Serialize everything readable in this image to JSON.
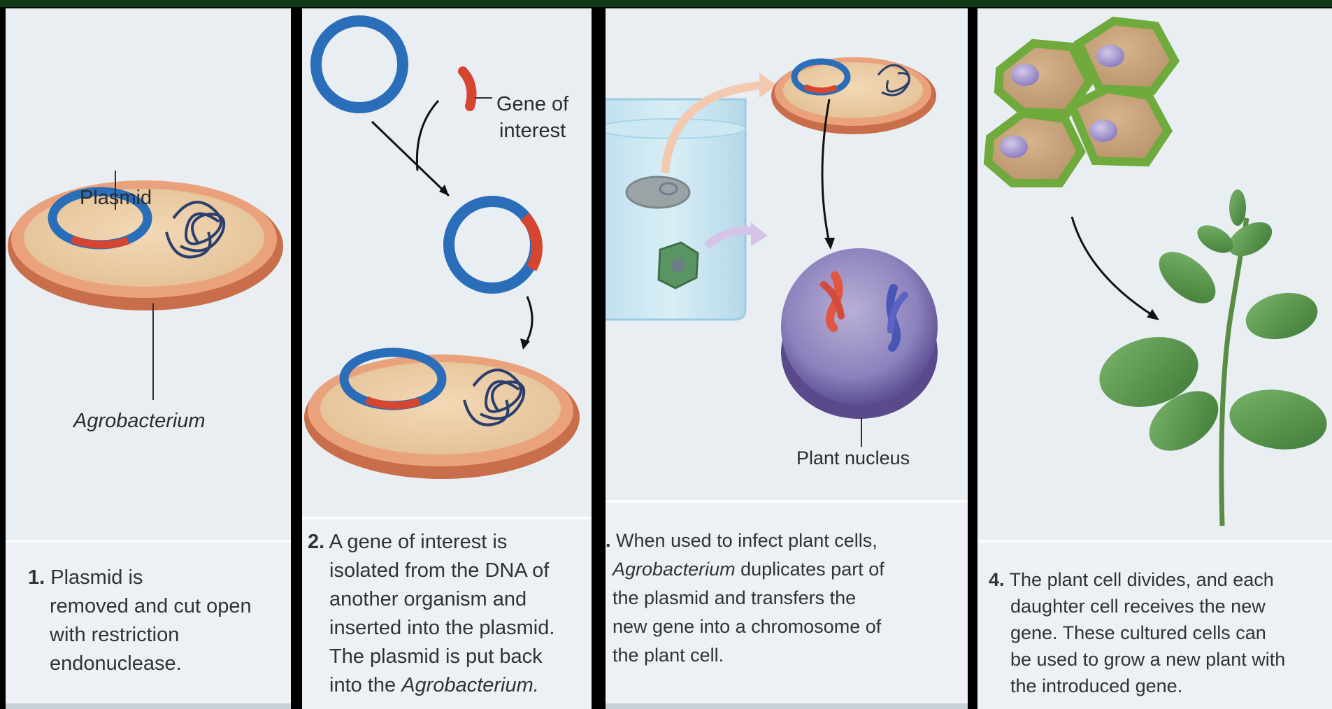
{
  "labels": {
    "plasmid": "Plasmid",
    "agrobacterium": "Agrobacterium",
    "gene_of_interest_line1": "Gene of",
    "gene_of_interest_line2": "interest",
    "plant_nucleus": "Plant nucleus"
  },
  "steps": [
    {
      "number": "1.",
      "lines": [
        "Plasmid is",
        "removed and cut open",
        "with restriction",
        "endonuclease."
      ]
    },
    {
      "number": "2.",
      "lines": [
        "A gene of interest is",
        "isolated from the DNA of",
        "another organism and",
        "inserted into the plasmid.",
        "The plasmid is put back"
      ],
      "last_line_prefix": "into the ",
      "last_line_italic": "Agrobacterium."
    },
    {
      "number": ".",
      "lines": [
        "When used to infect plant cells,"
      ],
      "line2_italic": "Agrobacterium",
      "line2_rest": " duplicates part of",
      "lines_after": [
        "the plasmid and transfers the",
        "new gene into a chromosome of",
        "the plant cell."
      ]
    },
    {
      "number": "4.",
      "lines": [
        "The plant cell divides, and each",
        "daughter cell receives the new",
        "gene. These cultured cells can",
        "be used to grow a new plant with",
        "the introduced gene."
      ]
    }
  ],
  "colors": {
    "plasmid_blue": "#2a6db8",
    "gene_red": "#d5452f",
    "bacterium": "#e8a07a",
    "plant_green": "#4f8f3f",
    "panel_bg": "#e9eef3"
  }
}
